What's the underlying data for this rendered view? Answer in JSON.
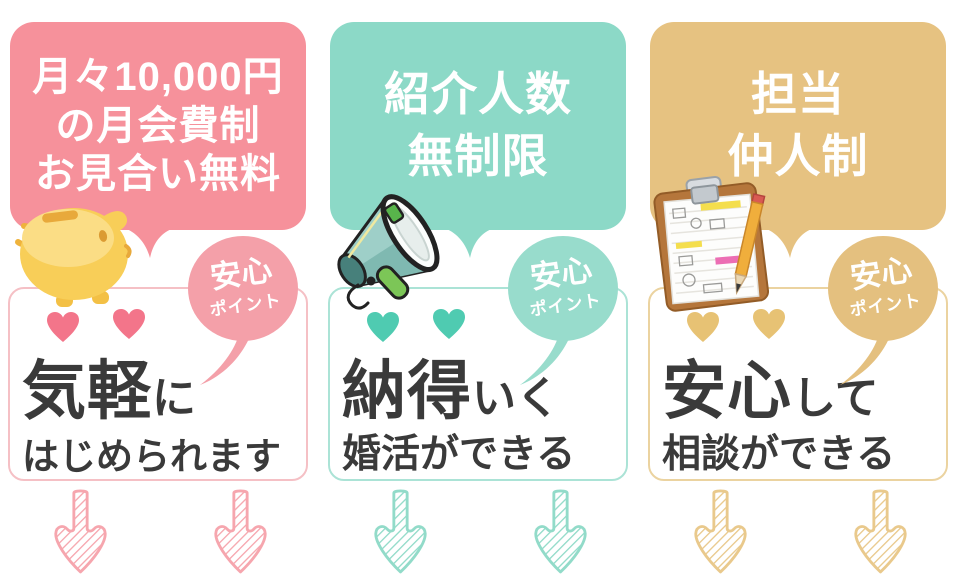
{
  "page": {
    "background": "#ffffff",
    "description_labels": []
  },
  "columns": [
    {
      "name": "monthly-fee",
      "bubble_lines": [
        "月々10,000円",
        "の月会費制",
        "お見合い無料"
      ],
      "icon": "piggy-bank-icon",
      "badge": {
        "line1": "安心",
        "line2": "ポイント"
      },
      "headline_big": "気軽",
      "headline_small": "に",
      "headline_sub": "はじめられます",
      "colors": {
        "accent": "#F6919B",
        "badge": "#F4A0A9",
        "card_border": "#F5C0C5",
        "heart": "#F3758A",
        "arrow": "#F6A6AE"
      }
    },
    {
      "name": "unlimited-introductions",
      "bubble_lines": [
        "紹介人数",
        "無制限"
      ],
      "icon": "megaphone-icon",
      "badge": {
        "line1": "安心",
        "line2": "ポイント"
      },
      "headline_big": "納得",
      "headline_small": "いく",
      "headline_sub": "婚活ができる",
      "colors": {
        "accent": "#8CD9C7",
        "badge": "#98DCCC",
        "card_border": "#ABE3D6",
        "heart": "#4FCBB1",
        "arrow": "#92DBC9"
      }
    },
    {
      "name": "dedicated-matchmaker",
      "bubble_lines": [
        "担当",
        "仲人制"
      ],
      "icon": "clipboard-pencil-icon",
      "badge": {
        "line1": "安心",
        "line2": "ポイント"
      },
      "headline_big": "安心",
      "headline_small": "して",
      "headline_sub": "相談ができる",
      "colors": {
        "accent": "#E6C281",
        "badge": "#E4C07F",
        "card_border": "#EBD3A0",
        "heart": "#E7C274",
        "arrow": "#E9C98C"
      }
    }
  ]
}
